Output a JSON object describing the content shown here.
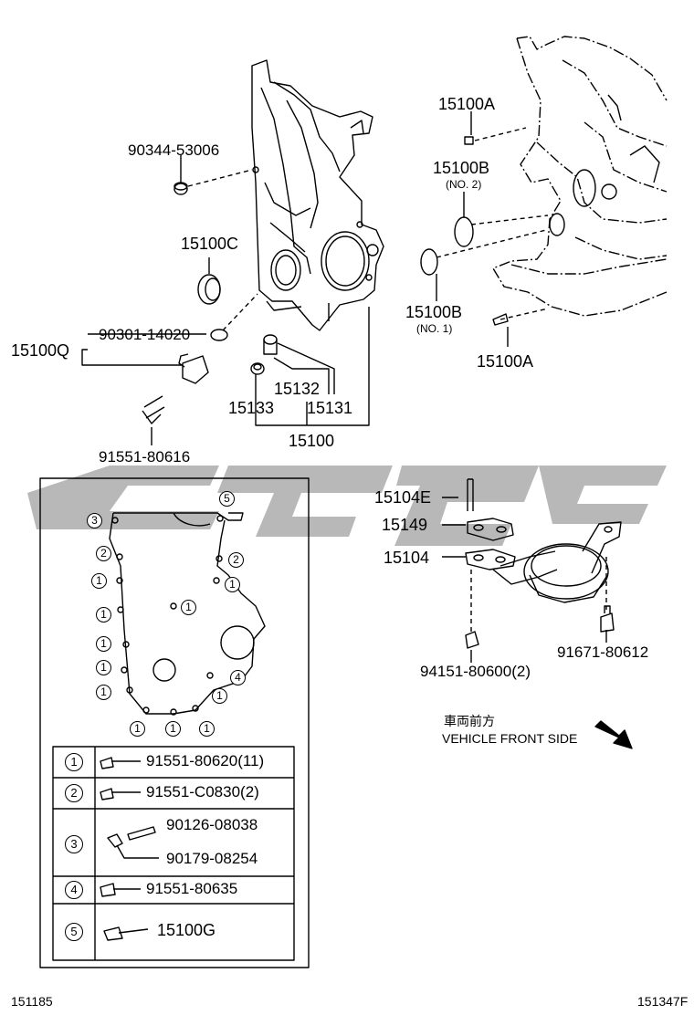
{
  "labels": {
    "p90344": "90344-53006",
    "p15100C": "15100C",
    "p90301": "90301-14020",
    "p15100Q": "15100Q",
    "p15132": "15132",
    "p15133": "15133",
    "p15131": "15131",
    "p15100": "15100",
    "p91551_80616": "91551-80616",
    "p15100A_top": "15100A",
    "p15100B_top": "15100B",
    "p15100B_top_sub": "(NO. 2)",
    "p15100B_bot": "15100B",
    "p15100B_bot_sub": "(NO. 1)",
    "p15100A_bot": "15100A",
    "p15104E": "15104E",
    "p15149": "15149",
    "p15104": "15104",
    "p94151": "94151-80600(2)",
    "p91671": "91671-80612",
    "front_jp": "車両前方",
    "front_en": "VEHICLE FRONT SIDE",
    "code_left": "151185",
    "code_right": "151347F"
  },
  "gasket_markers": {
    "m3": "3",
    "m5": "5",
    "l2": "2",
    "l1a": "1",
    "l1b": "1",
    "l1c": "1",
    "l1d": "1",
    "l1e": "1",
    "r2": "2",
    "r1": "1",
    "c1": "1",
    "r4": "4",
    "r1b": "1",
    "b1a": "1",
    "b1b": "1",
    "b1c": "1"
  },
  "bolt_table": [
    {
      "num": "1",
      "parts": [
        "91551-80620(11)"
      ]
    },
    {
      "num": "2",
      "parts": [
        "91551-C0830(2)"
      ]
    },
    {
      "num": "3",
      "parts": [
        "90126-08038",
        "90179-08254"
      ]
    },
    {
      "num": "4",
      "parts": [
        "91551-80635"
      ]
    },
    {
      "num": "5",
      "parts": [
        "15100G"
      ]
    }
  ]
}
